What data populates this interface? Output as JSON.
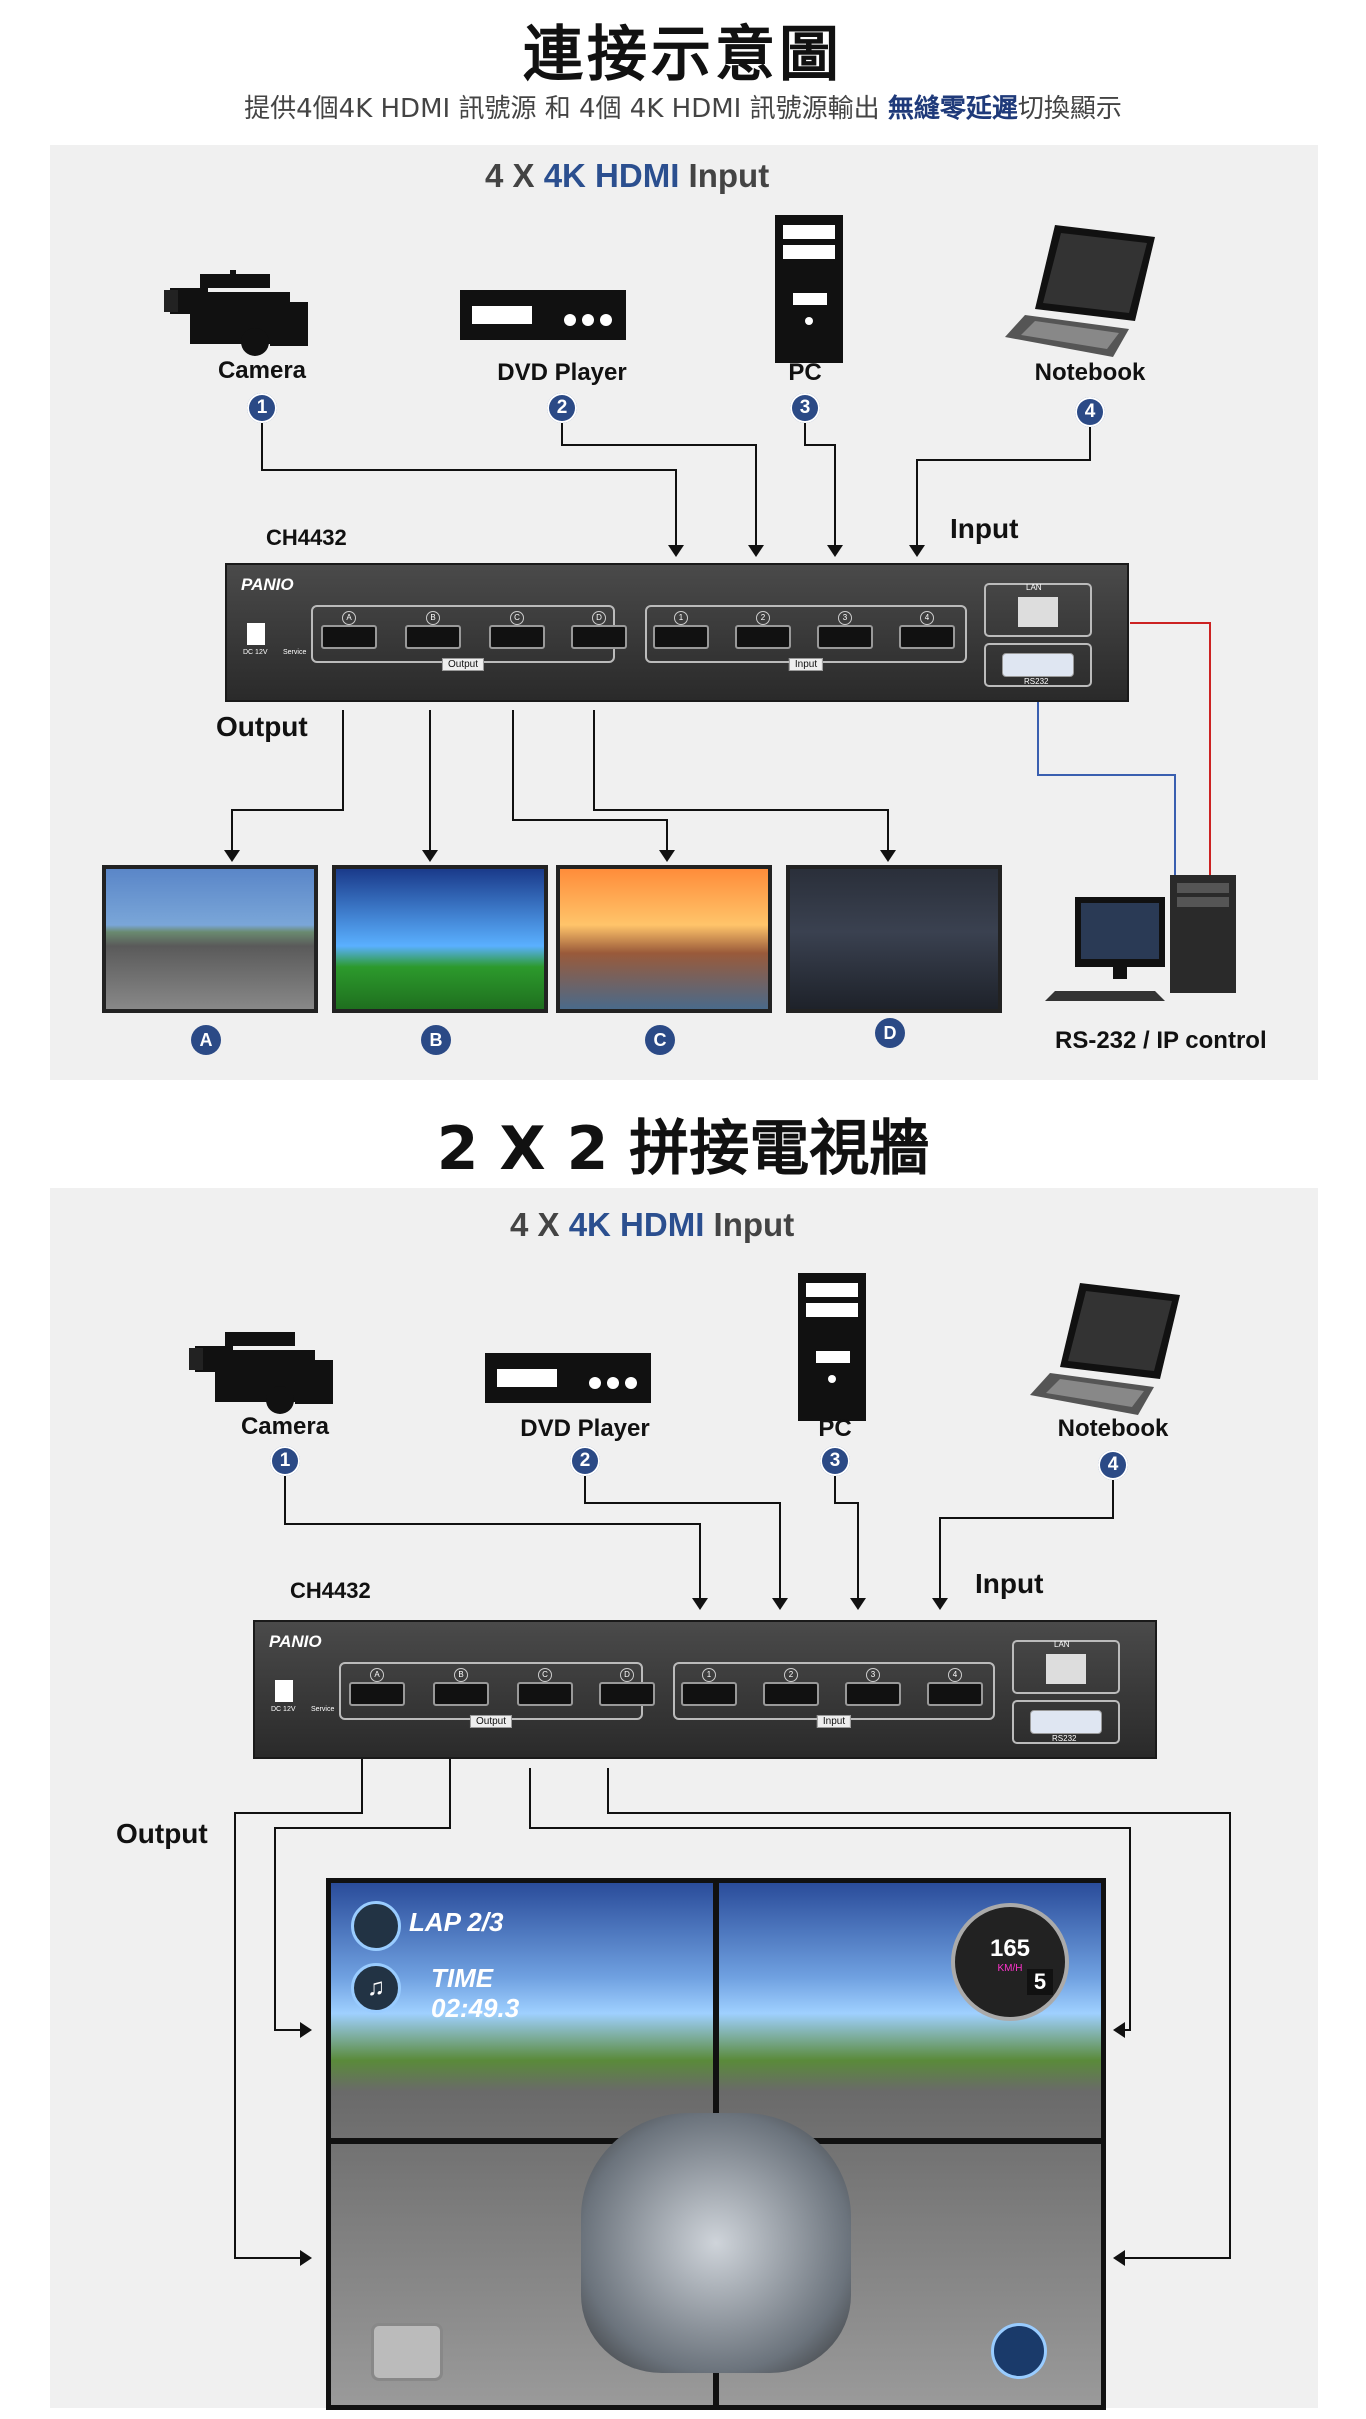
{
  "header": {
    "title": "連接示意圖",
    "subtitle_a": "提供4個4K HDMI 訊號源 和 4個 4K HDMI 訊號源輸出 ",
    "subtitle_highlight": "無縫零延遲",
    "subtitle_b": "切換顯示"
  },
  "diagram1": {
    "input_title_a": "4 X  ",
    "input_title_b": "4K HDMI",
    "input_title_c": " Input",
    "sources": [
      {
        "label": "Camera",
        "num": "1"
      },
      {
        "label": "DVD Player",
        "num": "2"
      },
      {
        "label": "PC",
        "num": "3"
      },
      {
        "label": "Notebook",
        "num": "4"
      }
    ],
    "model": "CH4432",
    "input_label": "Input",
    "output_label": "Output",
    "brand": "PANIO",
    "outputs": [
      "A",
      "B",
      "C",
      "D"
    ],
    "control_label": "RS-232 / IP control",
    "device": {
      "dc": "DC 12V",
      "service": "Service",
      "output_group": "Output",
      "input_group": "Input",
      "lan": "LAN",
      "rs232": "RS232"
    }
  },
  "section2": {
    "title": "2 X 2 拼接電視牆"
  },
  "diagram2": {
    "input_title_a": "4 X  ",
    "input_title_b": "4K HDMI",
    "input_title_c": " Input",
    "sources": [
      {
        "label": "Camera",
        "num": "1"
      },
      {
        "label": "DVD Player",
        "num": "2"
      },
      {
        "label": "PC",
        "num": "3"
      },
      {
        "label": "Notebook",
        "num": "4"
      }
    ],
    "model": "CH4432",
    "input_label": "Input",
    "output_label": "Output",
    "brand": "PANIO",
    "device": {
      "dc": "DC 12V",
      "service": "Service",
      "output_group": "Output",
      "input_group": "Input",
      "lan": "LAN",
      "rs232": "RS232"
    },
    "game_text": {
      "lap": "LAP 2/3",
      "time_label": "TIME",
      "time_value": "02:49.3",
      "speed": "165",
      "speed_unit": "KM/H",
      "gear": "5"
    }
  },
  "colors": {
    "accent_blue": "#2b4a86",
    "wire_red": "#cc2222",
    "wire_blue": "#3a5fb0"
  }
}
